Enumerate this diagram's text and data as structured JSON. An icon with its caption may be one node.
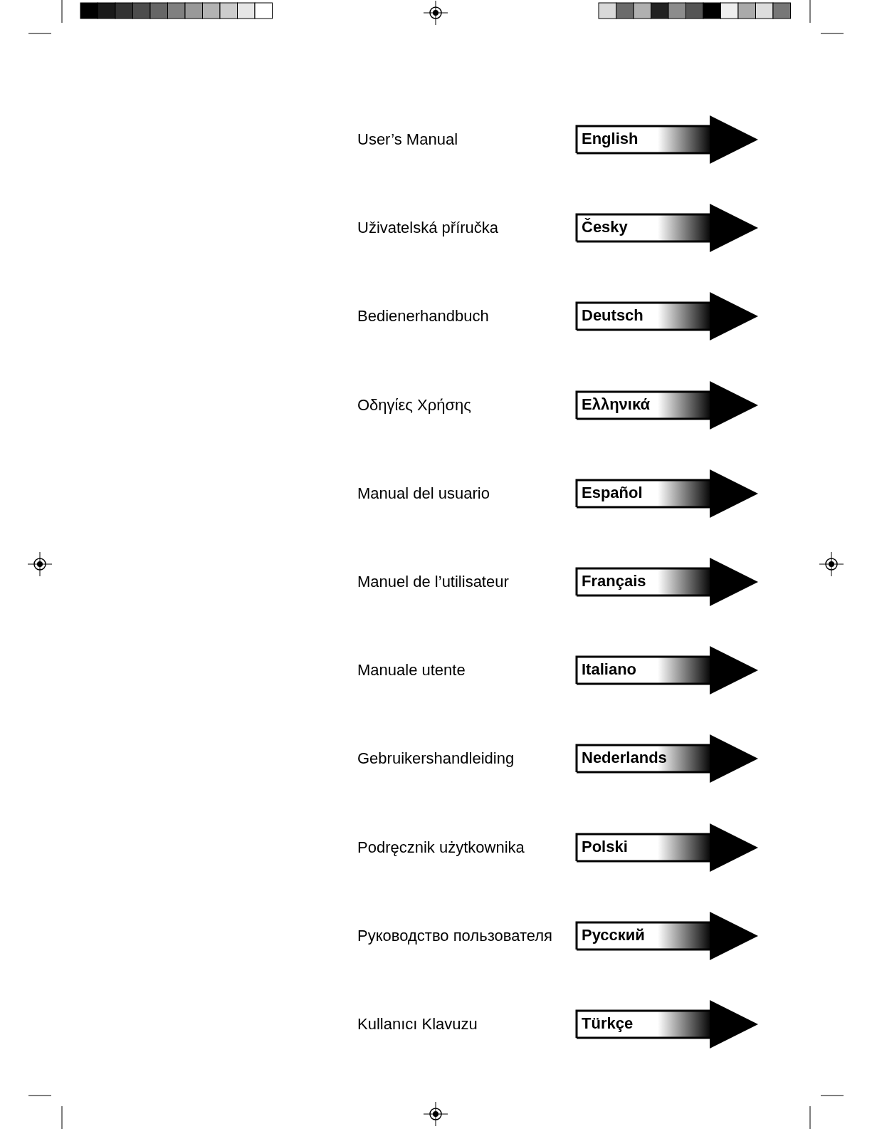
{
  "diagram": {
    "nodes": [
      {
        "text": [
          "English"
        ]
      },
      {
        "text": [
          "Česky"
        ]
      },
      {
        "text": [
          "Deutsch"
        ]
      },
      {
        "text": [
          "Ελληνικά"
        ]
      },
      {
        "text": [
          "Español"
        ]
      },
      {
        "text": [
          "Français"
        ]
      },
      {
        "text": [
          "Italiano"
        ]
      },
      {
        "text": [
          "Nederlands"
        ]
      },
      {
        "text": [
          "Polski"
        ]
      },
      {
        "text": [
          "Русский"
        ]
      },
      {
        "text": [
          "Türkçe"
        ]
      }
    ],
    "labels": [
      "User’s Manual",
      "Uživatelská příručka",
      "Bedienerhandbuch",
      "Οδηγίες Χρήσης",
      "Manual del usuario",
      "Manuel de l’utilisateur",
      "Manuale utente",
      "Gebruikershandleiding",
      "Podręcznik użytkownika",
      "Руководство пользователя",
      "Kullanıcı Klavuzu"
    ]
  }
}
